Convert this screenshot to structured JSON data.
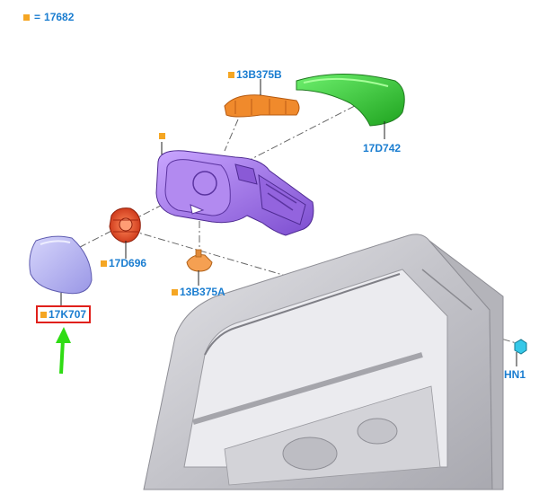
{
  "legend": {
    "equals": "=",
    "code": "17682"
  },
  "callouts": {
    "cap_13b375b": "13B375B",
    "cover_17d742": "17D742",
    "motor_17d696": "17D696",
    "bracket_13b375a": "13B375A",
    "glass_17k707": "17K707",
    "nut_hn1": "HN1"
  },
  "colors": {
    "label_blue": "#1a7dd0",
    "marker_orange": "#f5a623",
    "highlight_red": "#e0201b",
    "pointer_green": "#2fdc14",
    "mirror_body_purple": "#a070e0",
    "cover_green": "#3fd63f",
    "motor_red": "#e8472a",
    "lamp_orange": "#f08a2c",
    "glass_lavender": "#b8b6f0",
    "door_grey": "#c8c8cc"
  }
}
